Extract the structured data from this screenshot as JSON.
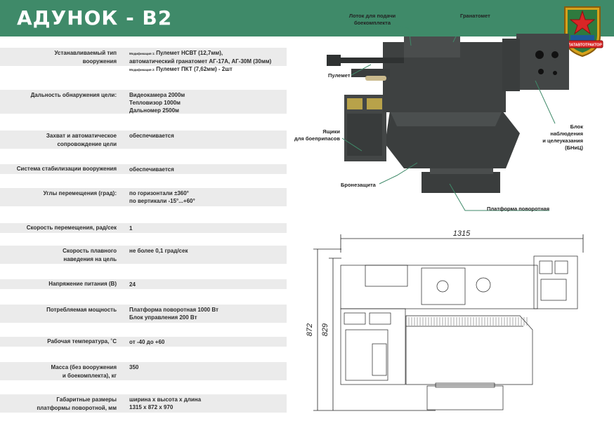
{
  "header": {
    "title": "АДУНОК - В2"
  },
  "emblem": {
    "text": "ВОЛАТАВТОТРАКТОР"
  },
  "specs": [
    {
      "label": [
        "Устанавливаемый тип",
        "вооружения"
      ],
      "value": [
        {
          "prefix": "Модификация 1:",
          "text": "Пулемет НСВТ (12,7мм),"
        },
        {
          "prefix": "",
          "text": "автоматический гранатомет АГ-17А, АГ-30М (30мм)"
        },
        {
          "prefix": "Модификация 2:",
          "text": "Пулемет ПКТ (7,62мм) - 2шт"
        }
      ]
    },
    {
      "label": [
        "Дальность обнаружения цели:"
      ],
      "value": [
        {
          "prefix": "",
          "text": "Видеокамера 2000м"
        },
        {
          "prefix": "",
          "text": "Тепловизор 1000м"
        },
        {
          "prefix": "",
          "text": "Дальномер 2500м"
        }
      ]
    },
    {
      "label": [
        "Захват и автоматическое",
        "сопровождение цели"
      ],
      "value": [
        {
          "prefix": "",
          "text": "обеспечивается"
        }
      ]
    },
    {
      "label": [
        "Система стабилизации вооружения"
      ],
      "value": [
        {
          "prefix": "",
          "text": "обеспечивается"
        }
      ]
    },
    {
      "label": [
        "Углы перемещения (град):"
      ],
      "value": [
        {
          "prefix": "",
          "text": "по горизонтали ±360°"
        },
        {
          "prefix": "",
          "text": "по вертикали -15°...+60°"
        }
      ]
    },
    {
      "label": [
        "Скорость перемещения, рад/сек"
      ],
      "value": [
        {
          "prefix": "",
          "text": "1"
        }
      ]
    },
    {
      "label": [
        "Скорость плавного",
        "наведения на цель"
      ],
      "value": [
        {
          "prefix": "",
          "text": "не более 0,1 град/сек"
        }
      ]
    },
    {
      "label": [
        "Напряжение питания (В)"
      ],
      "value": [
        {
          "prefix": "",
          "text": "24"
        }
      ]
    },
    {
      "label": [
        "Потребляемая мощность"
      ],
      "value": [
        {
          "prefix": "",
          "text": "Платформа поворотная 1000 Вт"
        },
        {
          "prefix": "",
          "text": "Блок управления 200 Вт"
        }
      ]
    },
    {
      "label": [
        "Рабочая температура, ˚С"
      ],
      "value": [
        {
          "prefix": "",
          "text": "от -40 до +60"
        }
      ]
    },
    {
      "label": [
        "Масса (без вооружения",
        "и боекомплекта), кг"
      ],
      "value": [
        {
          "prefix": "",
          "text": "350"
        }
      ]
    },
    {
      "label": [
        "Габаритные размеры",
        "платформы поворотной, мм"
      ],
      "value": [
        {
          "prefix": "",
          "text": "ширина х высота х длина"
        },
        {
          "prefix": "",
          "text": "1315 х 872 х 970"
        }
      ]
    }
  ],
  "callouts": {
    "ammo_tray": [
      "Лоток для подачи",
      "боекомплекта"
    ],
    "grenade_launcher": [
      "Гранатомет"
    ],
    "machine_gun": [
      "Пулемет"
    ],
    "ammo_boxes": [
      "Ящики",
      "для боеприпасов"
    ],
    "observation_unit": [
      "Блок",
      "наблюдения",
      "и целеуказания",
      "(БНиЦ)"
    ],
    "armor": [
      "Бронезащита"
    ],
    "platform": [
      "Платформа поворотная"
    ]
  },
  "drawing": {
    "width_dim": "1315",
    "height_dim_outer": "872",
    "height_dim_inner": "829"
  },
  "colors": {
    "banner": "#3f8a69",
    "row_bg": "#ebebeb",
    "teal_line": "#3f8a69"
  }
}
